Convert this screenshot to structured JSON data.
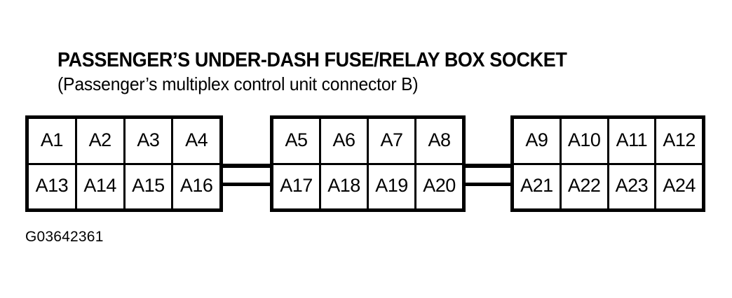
{
  "heading": {
    "title": "PASSENGER’S UNDER-DASH FUSE/RELAY BOX SOCKET",
    "subtitle": "(Passenger’s multiplex control unit connector B)"
  },
  "caption": {
    "figure_id": "G03642361"
  },
  "colors": {
    "background": "#ffffff",
    "line": "#000000",
    "text": "#000000"
  },
  "connector": {
    "name": "Passenger's multiplex control unit connector B",
    "total_pins": 24,
    "rows": 2,
    "blocks": [
      {
        "id": "block-left",
        "columns": 4,
        "top_row": [
          "A1",
          "A2",
          "A3",
          "A4"
        ],
        "bottom_row": [
          "A13",
          "A14",
          "A15",
          "A16"
        ]
      },
      {
        "id": "block-middle",
        "columns": 4,
        "top_row": [
          "A5",
          "A6",
          "A7",
          "A8"
        ],
        "bottom_row": [
          "A17",
          "A18",
          "A19",
          "A20"
        ]
      },
      {
        "id": "block-right",
        "columns": 4,
        "top_row": [
          "A9",
          "A10",
          "A11",
          "A12"
        ],
        "bottom_row": [
          "A21",
          "A22",
          "A23",
          "A24"
        ]
      }
    ],
    "links": [
      {
        "id": "link-1",
        "from": "block-left",
        "to": "block-middle",
        "bars": 2
      },
      {
        "id": "link-2",
        "from": "block-middle",
        "to": "block-right",
        "bars": 2
      }
    ]
  }
}
